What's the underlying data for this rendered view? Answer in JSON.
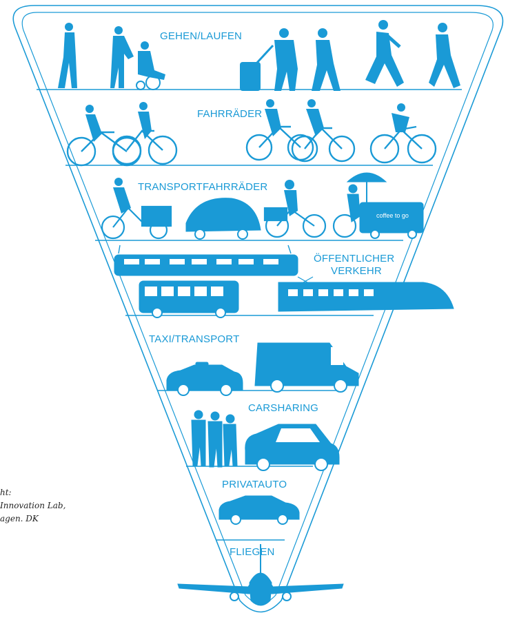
{
  "colors": {
    "primary": "#1a9ad6",
    "background": "#ffffff",
    "text": "#222222"
  },
  "tiers": [
    {
      "label": "GEHEN/LAUFEN"
    },
    {
      "label": "FAHRRÄDER"
    },
    {
      "label": "TRANSPORTFAHRRÄDER"
    },
    {
      "label_line1": "ÖFFENTLICHER",
      "label_line2": "VERKEHR"
    },
    {
      "label": "TAXI/TRANSPORT"
    },
    {
      "label": "CARSHARING"
    },
    {
      "label": "PRIVATAUTO"
    },
    {
      "label": "FLIEGEN"
    }
  ],
  "cargo_bike_sign": "coffee to go",
  "credit": {
    "line1": "ht:",
    "line2": "Innovation Lab,",
    "line3": "agen. DK"
  }
}
